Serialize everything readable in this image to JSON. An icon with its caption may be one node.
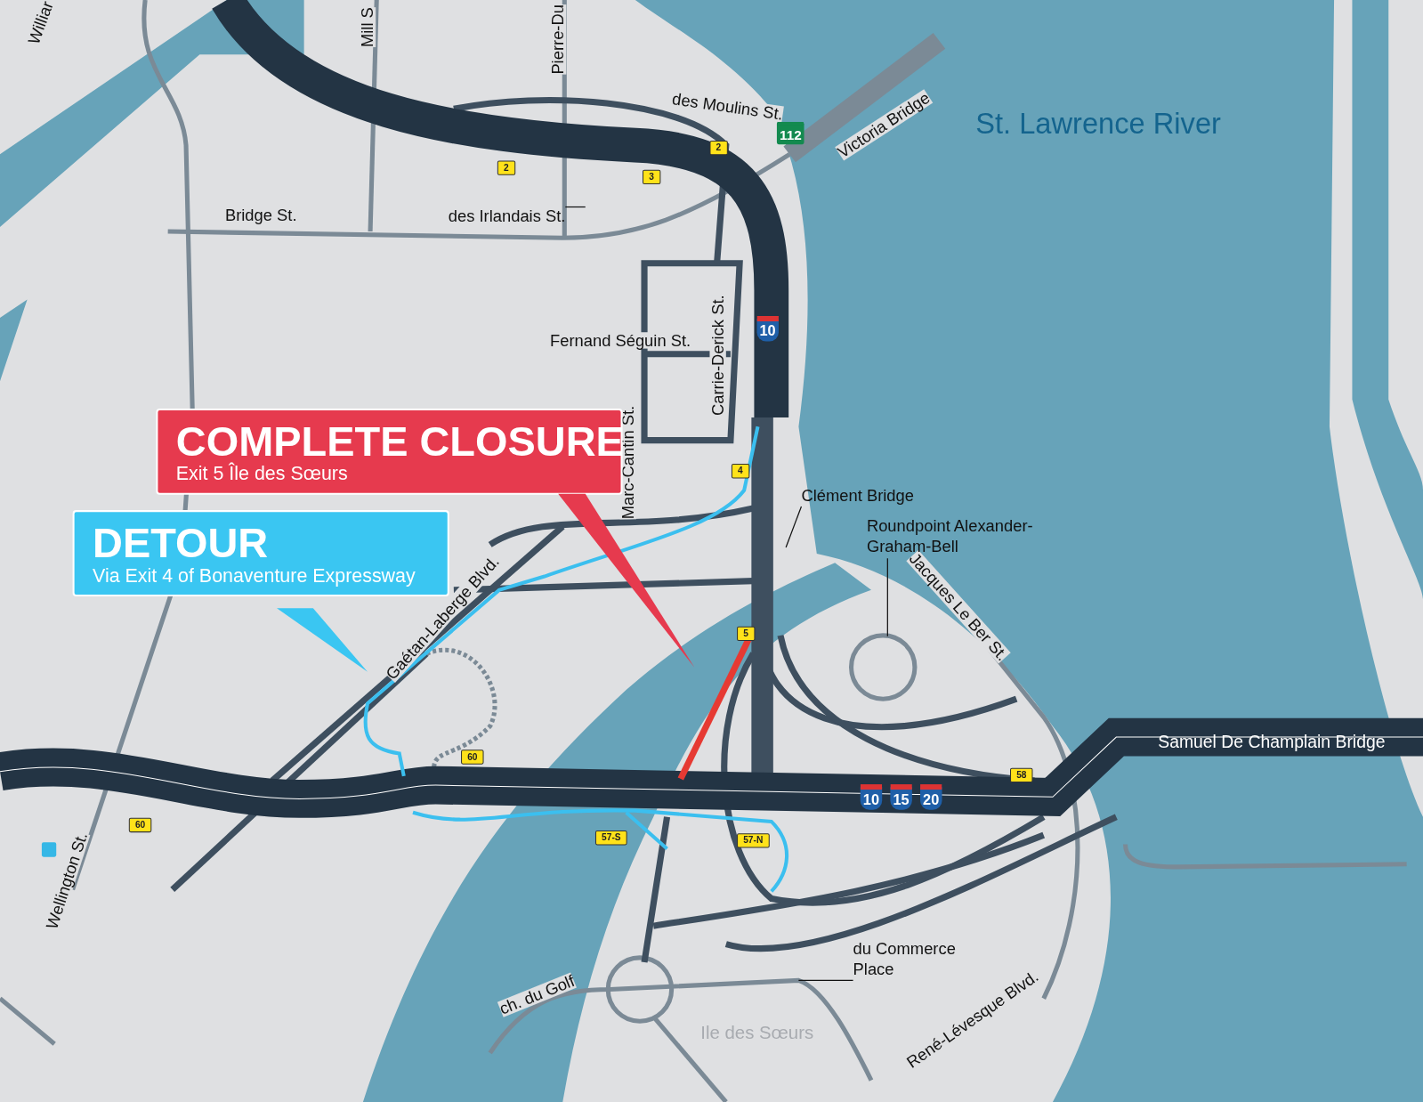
{
  "diagram": {
    "nodes": [
      {
        "text": [
          "COMPLETE CLOSURE",
          "Exit 5 Île des Sœurs"
        ]
      },
      {
        "text": [
          "DETOUR",
          "Via Exit 4 of Bonaventure Expressway"
        ]
      },
      {
        "text": [
          "Clément Bridge"
        ]
      },
      {
        "text": [
          "Roundpoint Alexander-Graham-Bell"
        ]
      },
      {
        "text": [
          "du Commerce Place"
        ]
      },
      {
        "text": [
          "des Irlandais St."
        ]
      }
    ],
    "edges": [
      {
        "from": 2,
        "to": null,
        "arrow": "none"
      },
      {
        "from": 3,
        "to": null,
        "arrow": "none"
      },
      {
        "from": 4,
        "to": null,
        "arrow": "none"
      },
      {
        "from": 5,
        "to": null,
        "arrow": "none"
      }
    ],
    "labels": [
      "Williar",
      "Mill S",
      "Pierre-Du",
      "des Moulins St.",
      "Victoria Bridge",
      "St. Lawrence River",
      "112",
      "2",
      "2",
      "3",
      "Bridge St.",
      "Fernand Séguin St.",
      "10",
      "Carrie-Derick St.",
      "Marc-Cantin St.",
      "4",
      "Gaétan-Laberge Blvd.",
      "Jacques Le Ber St.",
      "5",
      "Samuel De Champlain Bridge",
      "60",
      "58",
      "10",
      "15",
      "20",
      "60",
      "57-S",
      "57-N",
      "Wellington St.",
      "ch. du Golf",
      "Ile des Sœurs",
      "René-Lévesque Blvd."
    ]
  }
}
